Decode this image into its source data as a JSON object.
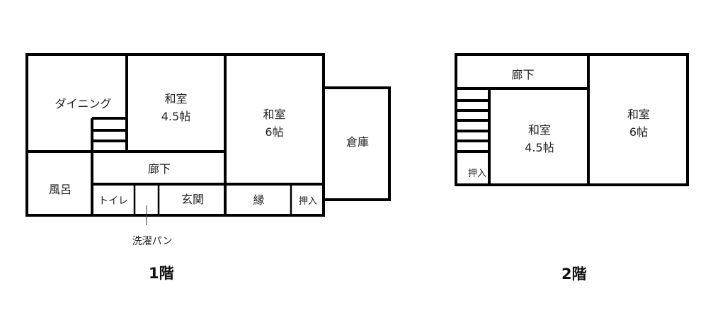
{
  "floor1": {
    "title": "1階",
    "rooms": {
      "dining": "ダイニング",
      "washitsu45_line1": "和室",
      "washitsu45_line2": "4.5帖",
      "washitsu6_line1": "和室",
      "washitsu6_line2": "6帖",
      "storage": "倉庫",
      "bath": "風呂",
      "hallway": "廊下",
      "toilet": "トイレ",
      "entrance": "玄関",
      "veranda": "縁",
      "closet": "押入"
    },
    "annotation": "洗濯パン"
  },
  "floor2": {
    "title": "2階",
    "rooms": {
      "hallway": "廊下",
      "washitsu45_line1": "和室",
      "washitsu45_line2": "4.5帖",
      "washitsu6_line1": "和室",
      "washitsu6_line2": "6帖",
      "closet": "押入"
    }
  },
  "colors": {
    "wall": "#000000",
    "background": "#ffffff",
    "text": "#222222"
  }
}
